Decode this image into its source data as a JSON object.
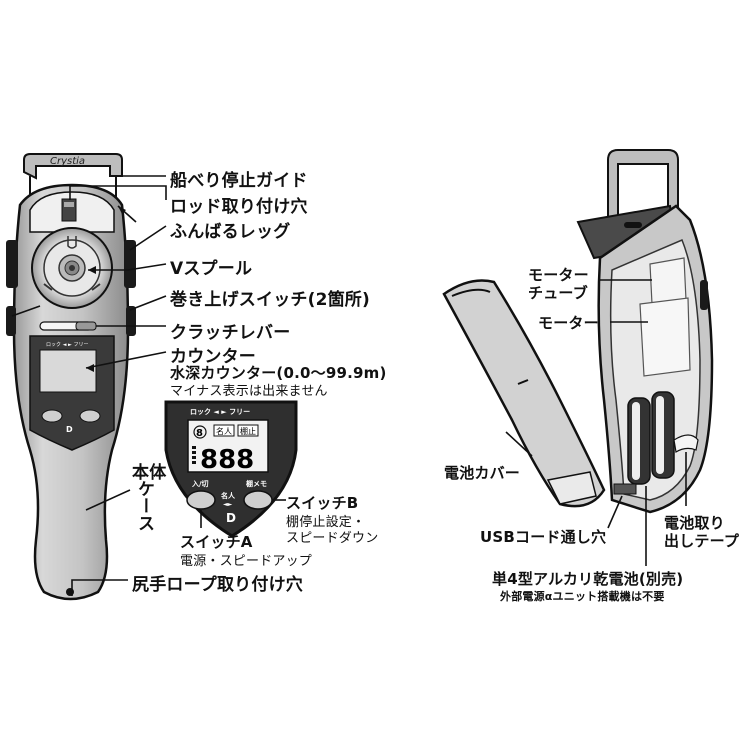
{
  "device_brand": "Crystia",
  "display_labels": {
    "lock_free": "ロック ◄ ► フリー",
    "digit_left": "8",
    "meijin": "名人",
    "tanadome": "棚止",
    "depth": "888",
    "power_button": "入/切",
    "memo_button": "棚メモ",
    "meijin_small": "名人"
  },
  "labels": {
    "rail_guide": "船べり停止ガイド",
    "rod_hole": "ロッド取り付け穴",
    "leg": "ふんばるレッグ",
    "spool": "Vスプール",
    "winding_switch": "巻き上げスイッチ(2箇所)",
    "clutch": "クラッチレバー",
    "counter": "カウンター",
    "depth_counter": "水深カウンター(0.0〜99.9m)",
    "no_minus": "マイナス表示は出来ません",
    "switch_b": "スイッチB",
    "switch_b_desc1": "棚停止設定・",
    "switch_b_desc2": "スピードダウン",
    "switch_a": "スイッチA",
    "switch_a_desc": "電源・スピードアップ",
    "body_case_1": "本体",
    "body_case_2": "ケース",
    "rope_hole": "尻手ロープ取り付け穴",
    "motor_tube_1": "モーター",
    "motor_tube_2": "チューブ",
    "motor": "モーター",
    "battery_cover": "電池カバー",
    "usb_hole": "USBコード通し穴",
    "battery_tape_1": "電池取り",
    "battery_tape_2": "出しテープ",
    "battery": "単4型アルカリ乾電池(別売)",
    "battery_note": "外部電源αユニット搭載機は不要"
  },
  "colors": {
    "body_gray": "#bfbfbf",
    "outline": "#111111",
    "white": "#ffffff"
  }
}
